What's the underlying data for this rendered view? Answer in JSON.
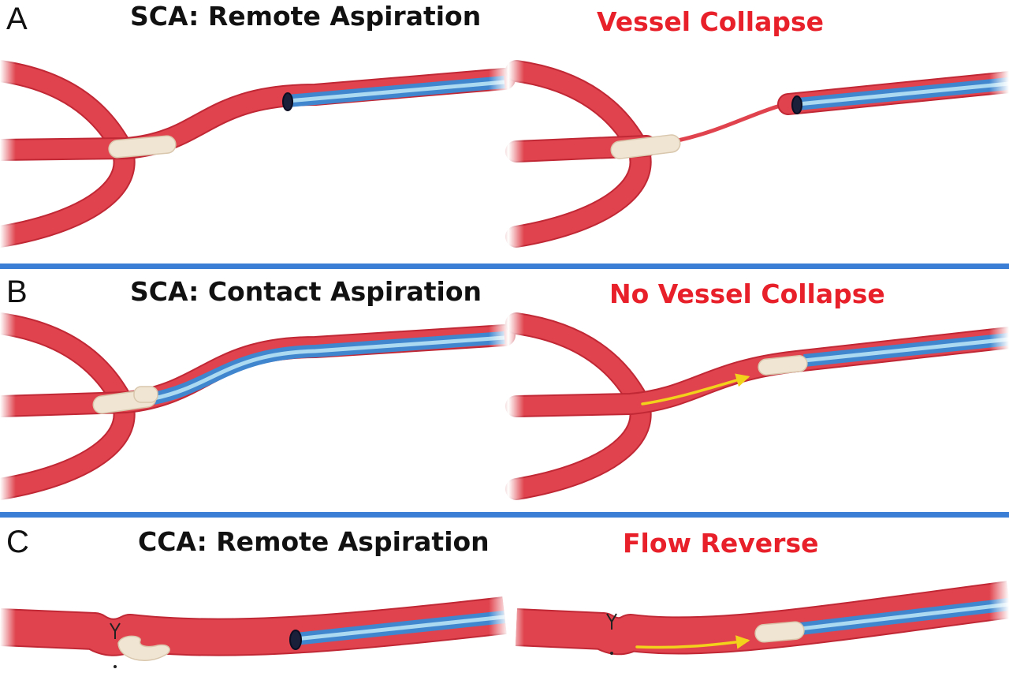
{
  "panels": [
    {
      "letter": "A",
      "title": "SCA: Remote Aspiration",
      "result": "Vessel Collapse"
    },
    {
      "letter": "B",
      "title": "SCA: Contact Aspiration",
      "result": "No Vessel Collapse"
    },
    {
      "letter": "C",
      "title": "CCA: Remote Aspiration",
      "result": "Flow Reverse"
    }
  ],
  "colors": {
    "result_text": "#e8202a",
    "divider": "#3a7fd5",
    "vessel": "#e0434d",
    "vessel_dark": "#c12835",
    "catheter": "#3f86cf",
    "catheter_light": "#bfe9f6",
    "clot": "#f0e4d2",
    "flow_arrow": "#f2d21b"
  }
}
